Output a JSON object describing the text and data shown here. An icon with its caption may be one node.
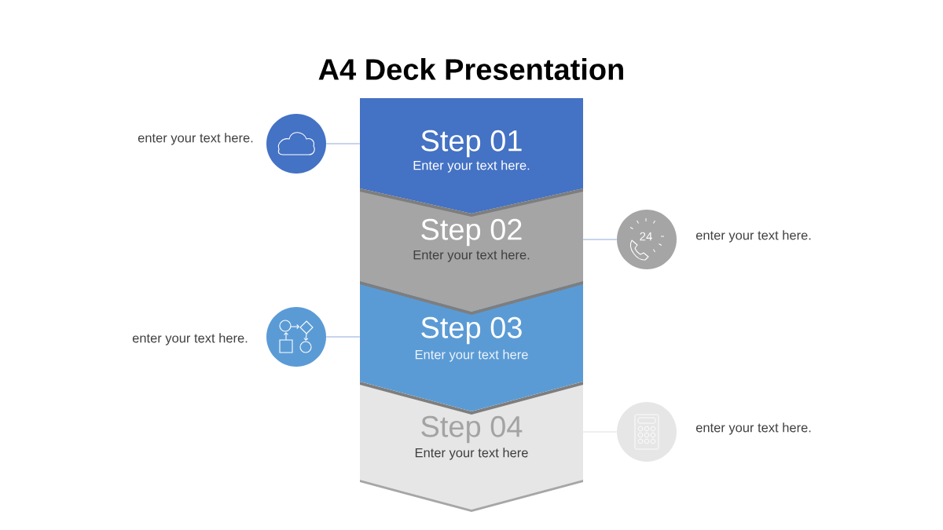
{
  "diagram": {
    "title": "A4 Deck Presentation",
    "nodes": [
      {
        "text": [
          "Step 01",
          "Enter your text here."
        ]
      },
      {
        "text": [
          "Step 02",
          "Enter your text here."
        ]
      },
      {
        "text": [
          "Step 03",
          "Enter your text here"
        ]
      },
      {
        "text": [
          "Step 04",
          "Enter your text here"
        ]
      },
      {
        "text": [],
        "shape": "circle",
        "beside": [
          "enter your text here."
        ]
      },
      {
        "text": [
          "24"
        ],
        "beside": [
          "enter your text here."
        ]
      },
      {
        "text": [],
        "shape": "circle",
        "beside": [
          "enter your text here."
        ]
      },
      {
        "text": [],
        "shape": "circle",
        "beside": [
          "enter your text here."
        ]
      }
    ],
    "edges": [
      {
        "from": 4,
        "to": 0,
        "arrow": "none"
      },
      {
        "from": 5,
        "to": 1,
        "arrow": "none"
      },
      {
        "from": 6,
        "to": 2,
        "arrow": "none"
      },
      {
        "from": 7,
        "to": 3,
        "arrow": "none",
        "color": "#e0e0e0"
      }
    ]
  }
}
